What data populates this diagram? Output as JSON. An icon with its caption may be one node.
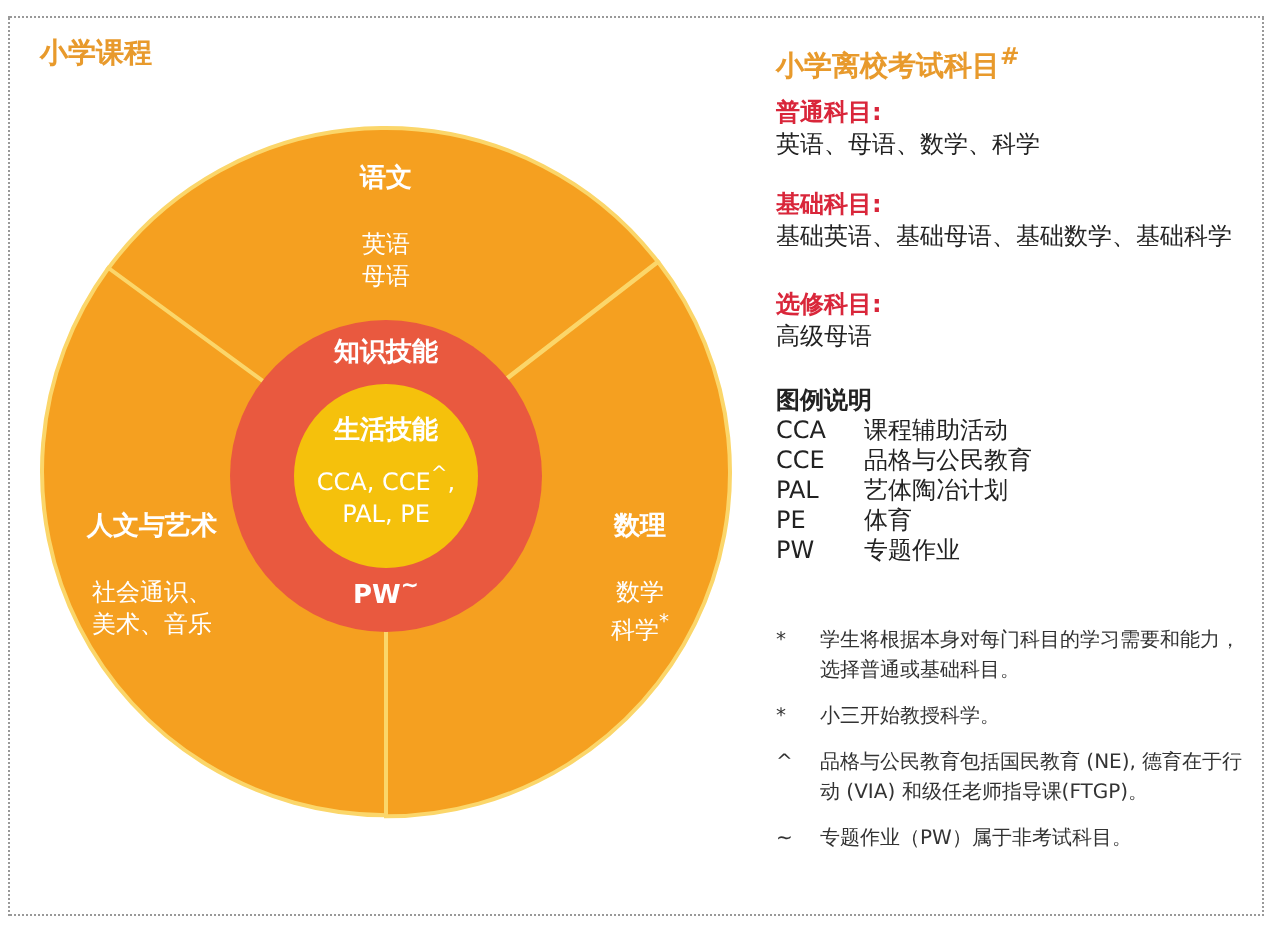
{
  "diagram": {
    "title": "小学课程",
    "nodes": [
      {
        "text": [
          "语文",
          "英语",
          "母语"
        ]
      },
      {
        "text": [
          "人文与艺术",
          "社会通识、美术、音乐"
        ]
      },
      {
        "text": [
          "数理",
          "数学",
          "科学$^{*}$"
        ]
      },
      {
        "text": [
          "知识技能",
          "PW$^{~}$"
        ]
      },
      {
        "text": [
          "生活技能",
          "CCA, CCE$^{^}$, PAL, PE"
        ],
        "in": 3
      }
    ],
    "labels": [
      "小学离校考试科目$^{#}$",
      "普通科目:",
      "英语、母语、数学、科学",
      "基础科目:",
      "基础英语、基础母语、基础数学、基础科学",
      "选修科目:",
      "高级母语",
      "图例说明",
      "CCA",
      "课程辅助活动",
      "CCE",
      "品格与公民教育",
      "PAL",
      "艺体陶冶计划",
      "PE",
      "体育",
      "PW",
      "专题作业",
      "*",
      "学生将根据本身对每门科目的学习需要和能力，选择普通或基础科目。",
      "*",
      "小三开始教授科学。",
      "^",
      "品格与公民教育包括国民教育 (NE), 德育在于行动 (VIA) 和级任老师指导课(FTGP)。",
      "~",
      "专题作业（PW）属于非考试科目。"
    ]
  }
}
